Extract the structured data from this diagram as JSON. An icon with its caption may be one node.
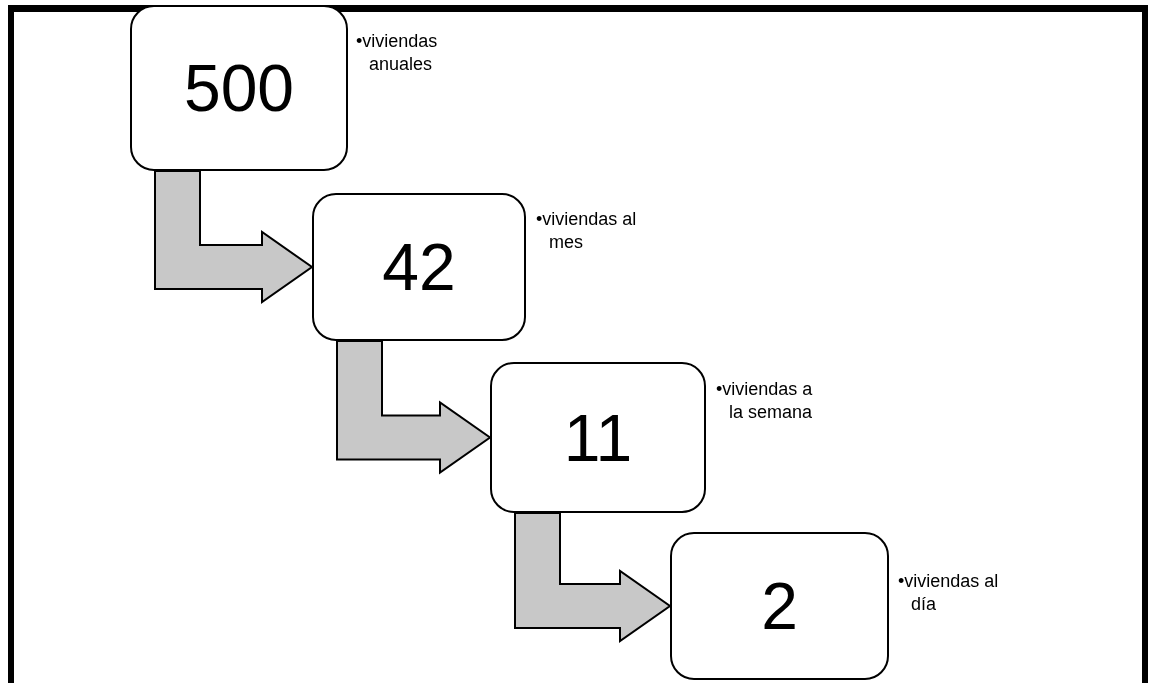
{
  "diagram": {
    "nodes": [
      {
        "text": [
          "500"
        ],
        "beside": [
          "•viviendas anuales"
        ]
      },
      {
        "text": [
          "42"
        ],
        "beside": [
          "•viviendas al mes"
        ]
      },
      {
        "text": [
          "11"
        ],
        "beside": [
          "•viviendas a la semana"
        ]
      },
      {
        "text": [
          "2"
        ],
        "beside": [
          "•viviendas al día"
        ]
      }
    ],
    "edges": [
      {
        "from": 0,
        "to": 1,
        "arrow": "to",
        "style": "thick"
      },
      {
        "from": 1,
        "to": 2,
        "arrow": "to",
        "style": "thick"
      },
      {
        "from": 2,
        "to": 3,
        "arrow": "to",
        "style": "thick"
      }
    ]
  }
}
